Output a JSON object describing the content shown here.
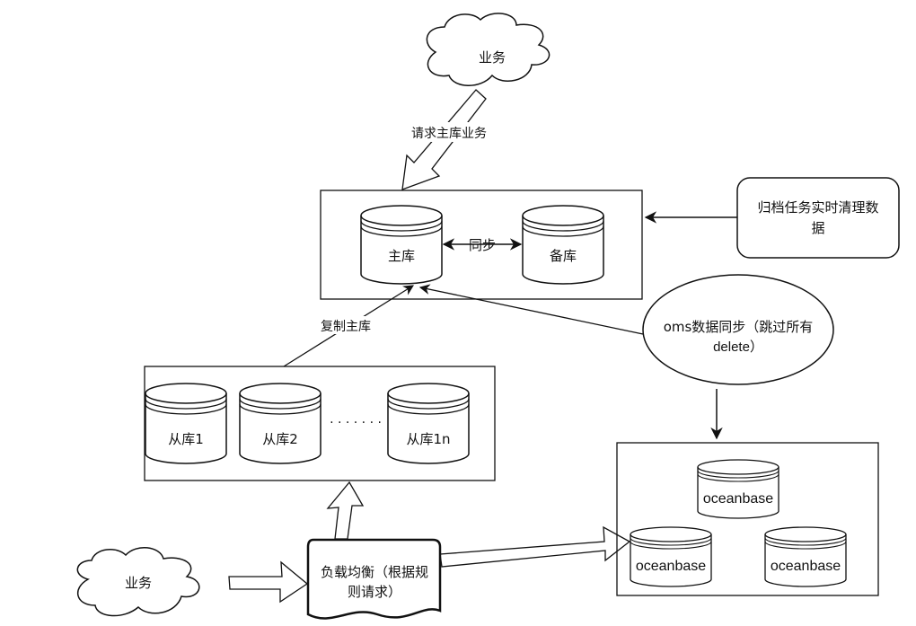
{
  "diagram": {
    "cloud_top": {
      "label": "业务"
    },
    "arrow_request_main": {
      "label": "请求主库业务"
    },
    "primary_group": {
      "primary_db": {
        "label": "主库"
      },
      "standby_db": {
        "label": "备库"
      },
      "sync_link": {
        "label": "同步"
      }
    },
    "archive_task": {
      "label": "归档任务实时清理数",
      "label_line2": "据"
    },
    "replicate_link": {
      "label": "复制主库"
    },
    "replica_group": {
      "replicas": [
        {
          "label": "从库1"
        },
        {
          "label": "从库2"
        },
        {
          "label": "从库1n"
        }
      ],
      "ellipsis": "· · · · · · ·"
    },
    "oms_sync": {
      "label_line1": "oms数据同步（跳过所有",
      "label_line2": "delete）"
    },
    "oceanbase_group": {
      "nodes": [
        {
          "label": "oceanbase"
        },
        {
          "label": "oceanbase"
        },
        {
          "label": "oceanbase"
        }
      ]
    },
    "cloud_bottom": {
      "label": "业务"
    },
    "load_balancer": {
      "label_line1": "负载均衡（根据规",
      "label_line2": "则请求）"
    }
  }
}
